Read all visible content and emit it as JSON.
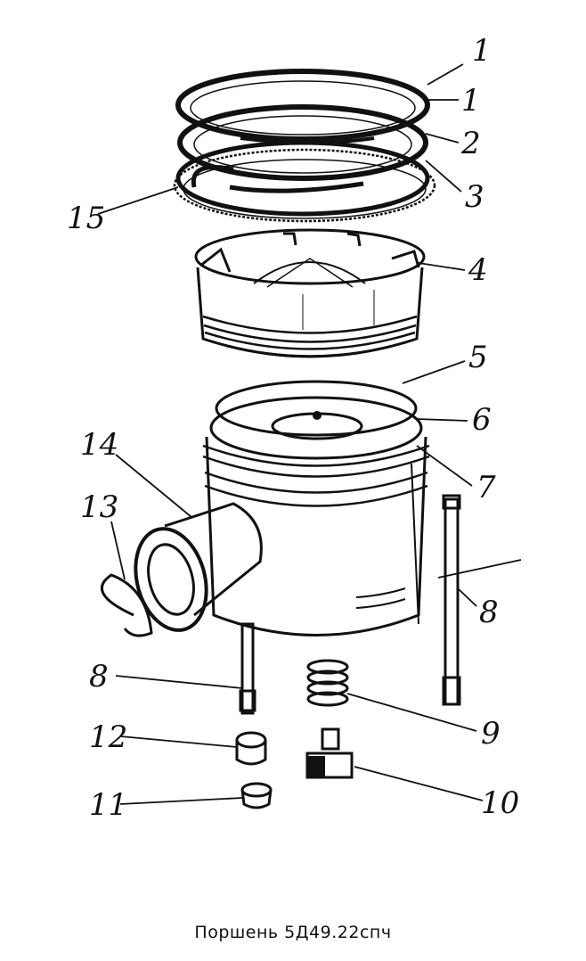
{
  "caption": "Поршень 5Д49.22спч",
  "callouts": [
    "1",
    "1",
    "2",
    "3",
    "15",
    "4",
    "5",
    "6",
    "7",
    "14",
    "13",
    "8",
    "8",
    "9",
    "12",
    "10",
    "11"
  ],
  "colors": {
    "ink": "#111111",
    "paper": "#ffffff"
  }
}
